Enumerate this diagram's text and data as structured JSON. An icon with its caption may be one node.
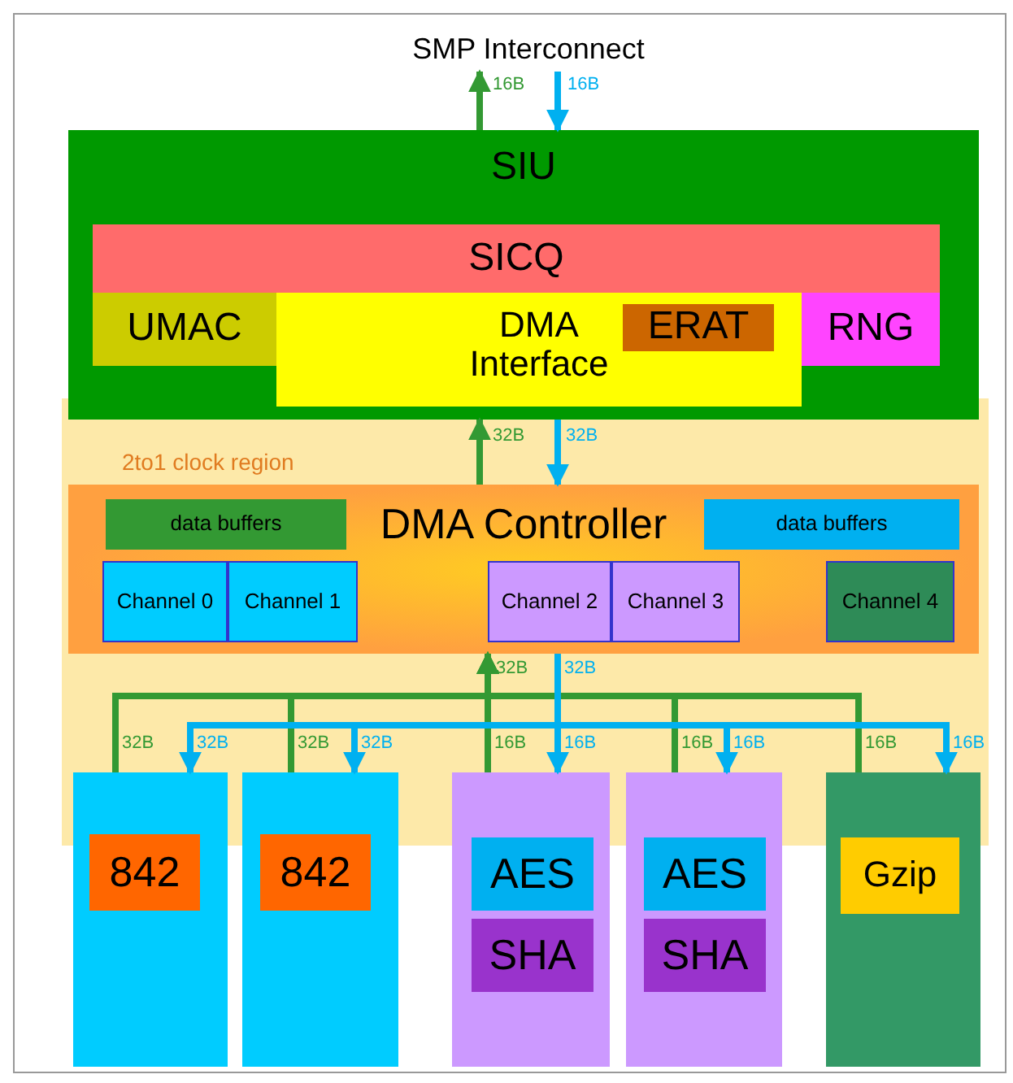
{
  "diagram": {
    "nodes": [
      {
        "text": [
          "SMP Interconnect"
        ]
      },
      {
        "text": [
          "SIU"
        ]
      },
      {
        "text": [
          "SICQ"
        ],
        "in": 1
      },
      {
        "text": [
          "UMAC"
        ],
        "in": 1
      },
      {
        "text": [
          "DMA Interface"
        ],
        "in": 1
      },
      {
        "text": [
          "ERAT"
        ],
        "in": 4
      },
      {
        "text": [
          "RNG"
        ],
        "in": 1
      },
      {
        "text": [
          "2to1 clock region"
        ]
      },
      {
        "text": [
          "DMA Controller"
        ],
        "in": 7
      },
      {
        "text": [
          "data buffers"
        ],
        "in": 8
      },
      {
        "text": [
          "data buffers"
        ],
        "in": 8
      },
      {
        "text": [
          "Channel 0"
        ],
        "in": 8
      },
      {
        "text": [
          "Channel 1"
        ],
        "in": 8
      },
      {
        "text": [
          "Channel 2"
        ],
        "in": 8
      },
      {
        "text": [
          "Channel 3"
        ],
        "in": 8
      },
      {
        "text": [
          "Channel 4"
        ],
        "in": 8
      },
      {
        "text": [],
        "shape": "box"
      },
      {
        "text": [
          "842"
        ],
        "in": 16
      },
      {
        "text": [],
        "shape": "box"
      },
      {
        "text": [
          "842"
        ],
        "in": 18
      },
      {
        "text": [],
        "shape": "box"
      },
      {
        "text": [
          "AES"
        ],
        "in": 20
      },
      {
        "text": [
          "SHA"
        ],
        "in": 20
      },
      {
        "text": [],
        "shape": "box"
      },
      {
        "text": [
          "AES"
        ],
        "in": 23
      },
      {
        "text": [
          "SHA"
        ],
        "in": 23
      },
      {
        "text": [],
        "shape": "box"
      },
      {
        "text": [
          "Gzip"
        ],
        "in": 26
      }
    ],
    "edges": [
      {
        "from": 1,
        "to": 0,
        "arrow": "to",
        "label": "16B",
        "color": "#339933"
      },
      {
        "from": 0,
        "to": 1,
        "arrow": "to",
        "label": "16B",
        "color": "#00b0f0"
      },
      {
        "from": 8,
        "to": 1,
        "arrow": "to",
        "label": "32B",
        "color": "#339933"
      },
      {
        "from": 1,
        "to": 8,
        "arrow": "to",
        "label": "32B",
        "color": "#00b0f0"
      },
      {
        "from": 16,
        "to": 8,
        "arrow": "to",
        "label": "32B",
        "color": "#339933"
      },
      {
        "from": 18,
        "to": 8,
        "arrow": "to",
        "label": "32B",
        "color": "#339933"
      },
      {
        "from": 20,
        "to": 8,
        "arrow": "to",
        "label": "16B",
        "color": "#339933"
      },
      {
        "from": 23,
        "to": 8,
        "arrow": "to",
        "label": "16B",
        "color": "#339933"
      },
      {
        "from": 26,
        "to": 8,
        "arrow": "to",
        "label": "16B",
        "color": "#339933"
      },
      {
        "from": 8,
        "to": 16,
        "arrow": "to",
        "label": "32B",
        "color": "#00b0f0"
      },
      {
        "from": 8,
        "to": 18,
        "arrow": "to",
        "label": "32B",
        "color": "#00b0f0"
      },
      {
        "from": 8,
        "to": 20,
        "arrow": "to",
        "label": "16B",
        "color": "#00b0f0"
      },
      {
        "from": 8,
        "to": 23,
        "arrow": "to",
        "label": "16B",
        "color": "#00b0f0"
      },
      {
        "from": 8,
        "to": 26,
        "arrow": "to",
        "label": "16B",
        "color": "#00b0f0"
      }
    ],
    "labels": [
      "32B",
      "32B"
    ]
  }
}
